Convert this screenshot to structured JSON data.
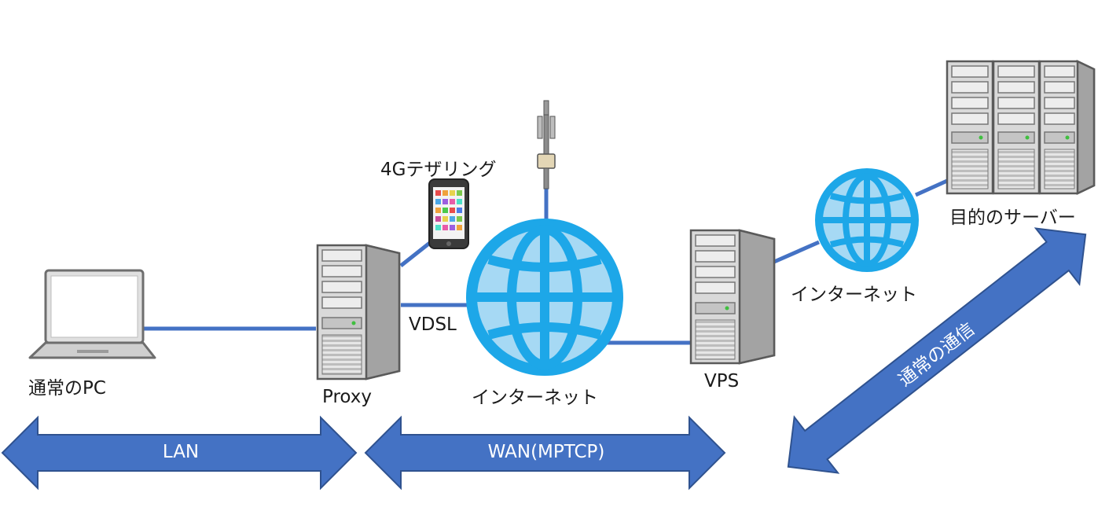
{
  "colors": {
    "link_line": "#4472c4",
    "arrow_fill": "#4472c4",
    "arrow_stroke": "#2f528f",
    "globe_fill": "#1da7e8",
    "globe_line": "#0c6bb8",
    "server_body": "#d9d9d9",
    "server_side": "#9e9e9e"
  },
  "icons": {
    "laptop": "laptop-icon",
    "proxy": "server-icon",
    "phone": "smartphone-icon",
    "antenna": "antenna-tower-icon",
    "internet": "globe-icon",
    "vps": "server-icon",
    "target": "server-rack-icon"
  },
  "labels": {
    "pc": "通常のPC",
    "proxy": "Proxy",
    "tethering": "4Gテザリング",
    "vdsl": "VDSL",
    "internet_center": "インターネット",
    "vps": "VPS",
    "internet_right": "インターネット",
    "target_server": "目的のサーバー"
  },
  "arrows": {
    "lan": "LAN",
    "wan": "WAN(MPTCP)",
    "normal": "通常の通信"
  }
}
